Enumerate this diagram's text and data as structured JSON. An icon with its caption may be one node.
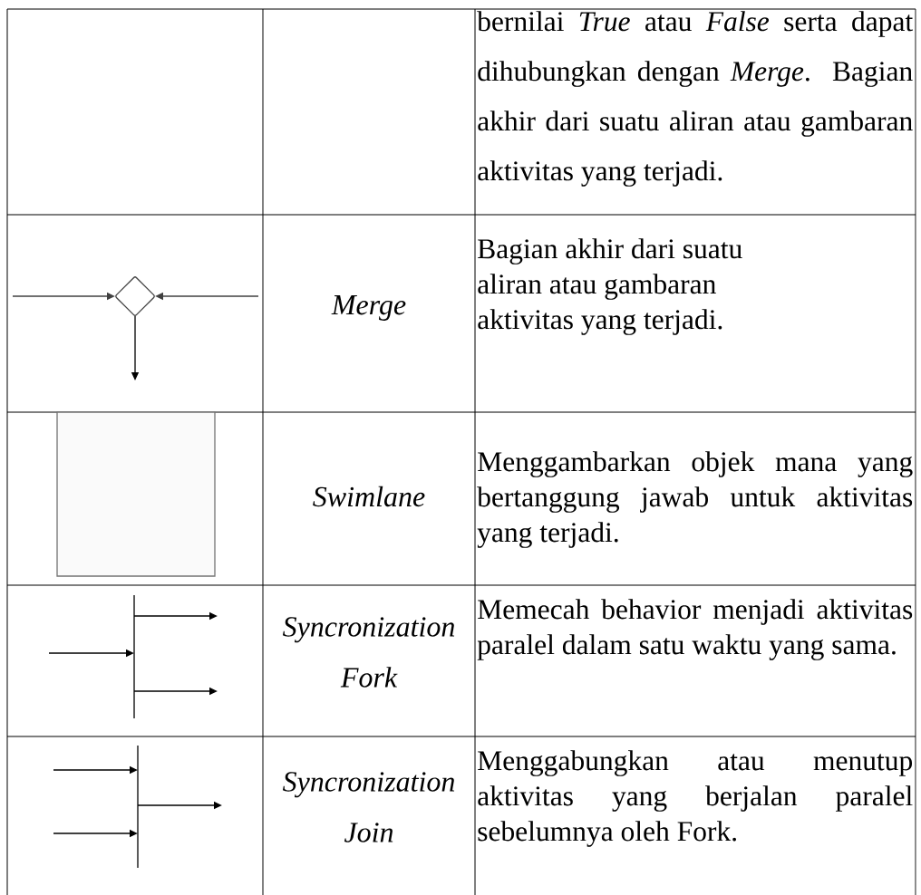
{
  "diagram": {
    "labels": [
      "bernilai *True* atau *False* serta dapat dihubungkan dengan *Merge*. Bagian akhir dari suatu aliran atau gambaran aktivitas yang terjadi.",
      "Merge",
      "Bagian akhir dari suatu aliran atau gambaran aktivitas yang terjadi.",
      "Swimlane",
      "Menggambarkan objek mana yang bertanggung jawab untuk aktivitas yang terjadi.",
      "Syncronization Fork",
      "Memecah behavior menjadi aktivitas paralel dalam satu waktu yang sama.",
      "Syncronization Join",
      "Menggabungkan atau menutup aktivitas yang berjalan paralel sebelumnya oleh Fork."
    ]
  }
}
